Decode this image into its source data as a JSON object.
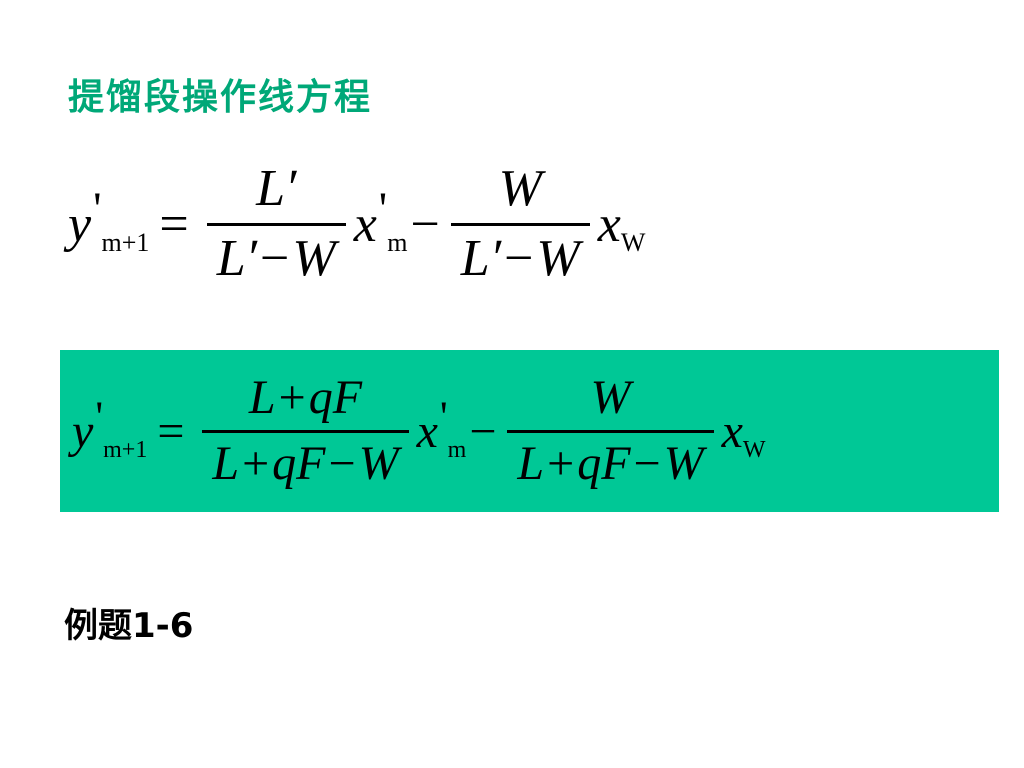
{
  "slide": {
    "title": "提馏段操作线方程",
    "title_color": "#00a878",
    "highlight_color": "#00c896",
    "example_label": "例题1-6"
  },
  "equation1": {
    "lhs_var": "y",
    "lhs_prime": "'",
    "lhs_sub": "m+1",
    "equals": "=",
    "frac1_num": "L′",
    "frac1_den_a": "L′",
    "frac1_den_op": "−",
    "frac1_den_b": "W",
    "mid_var": "x",
    "mid_prime": "'",
    "mid_sub": "m",
    "minus": "−",
    "frac2_num": "W",
    "frac2_den_a": "L′",
    "frac2_den_op": "−",
    "frac2_den_b": "W",
    "end_var": "x",
    "end_sub": "W"
  },
  "equation2": {
    "lhs_var": "y",
    "lhs_prime": "'",
    "lhs_sub": "m+1",
    "equals": "=",
    "frac1_num_a": "L",
    "frac1_num_op": "+",
    "frac1_num_b": "qF",
    "frac1_den_a": "L",
    "frac1_den_op1": "+",
    "frac1_den_b": "qF",
    "frac1_den_op2": "−",
    "frac1_den_c": "W",
    "mid_var": "x",
    "mid_prime": "'",
    "mid_sub": "m",
    "minus": "−",
    "frac2_num": "W",
    "frac2_den_a": "L",
    "frac2_den_op1": "+",
    "frac2_den_b": "qF",
    "frac2_den_op2": "−",
    "frac2_den_c": "W",
    "end_var": "x",
    "end_sub": "W"
  }
}
